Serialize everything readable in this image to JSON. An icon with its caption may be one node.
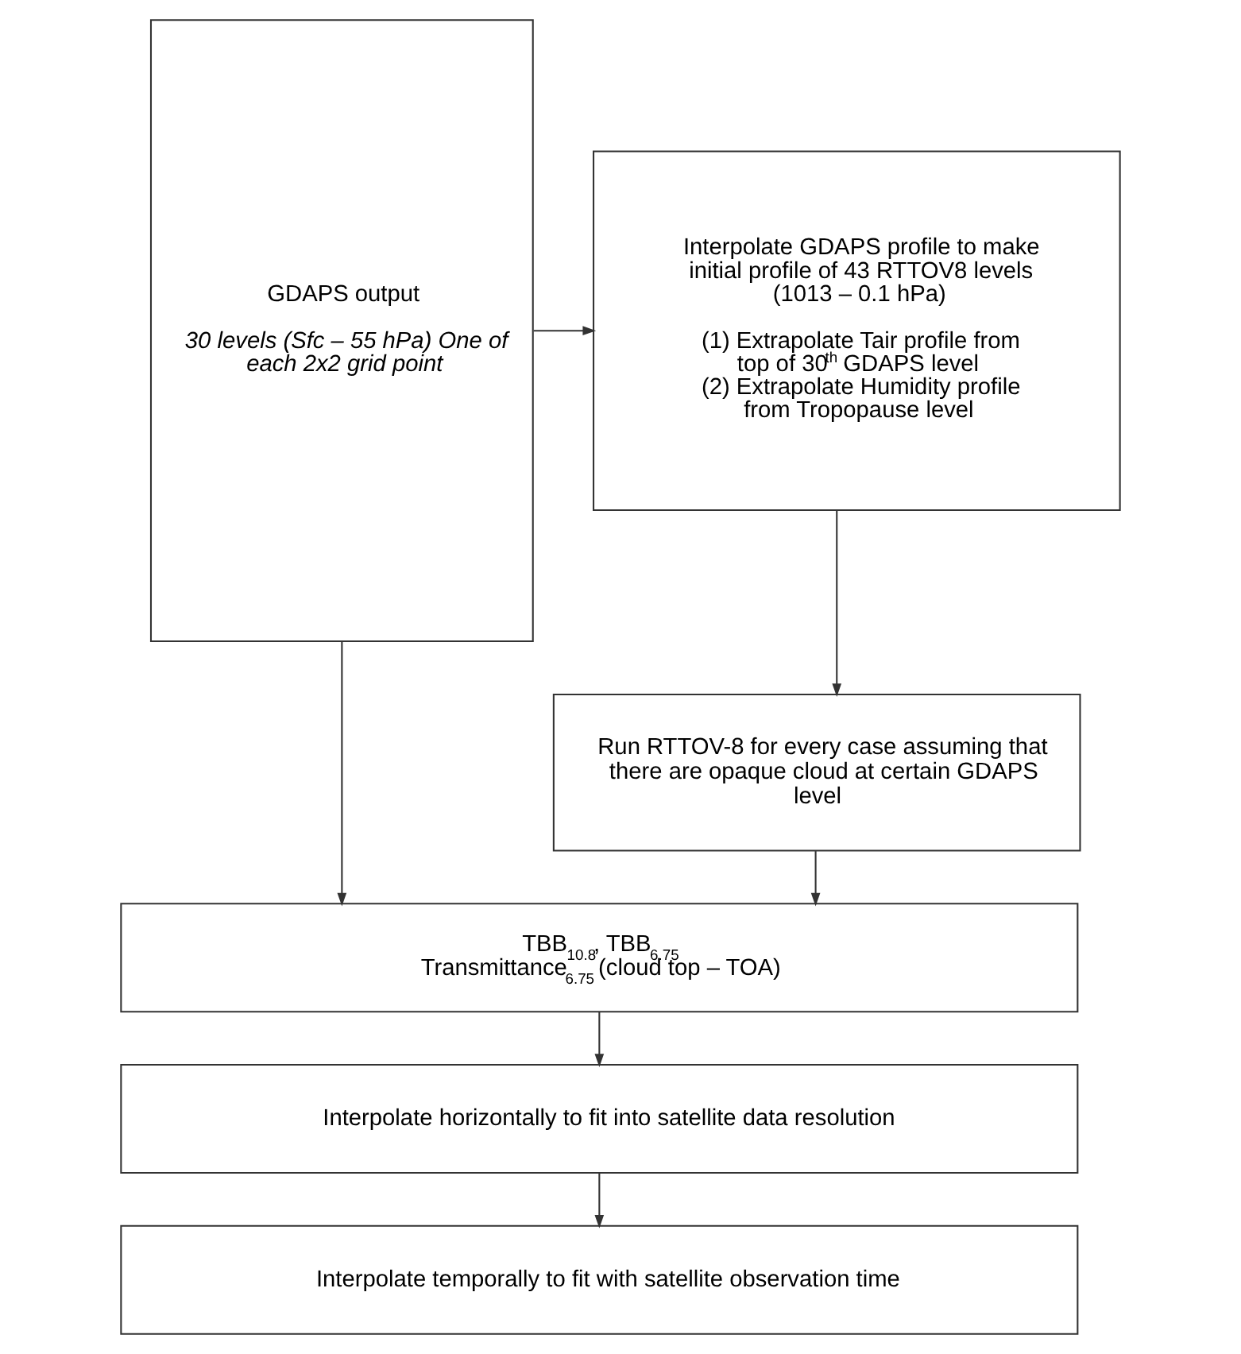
{
  "diagram": {
    "nodes": [
      {
        "text": [
          "GDAPS output",
          "30 levels (Sfc – 55 hPa) One of each 2x2 grid point"
        ]
      },
      {
        "text": [
          "Interpolate GDAPS profile to make initial profile of 43 RTTOV8 levels (1013 – 0.1 hPa)",
          "(1) Extrapolate Tair profile from top of 30$^{th}$ GDAPS level",
          "(2) Extrapolate Humidity profile from Tropopause level"
        ]
      },
      {
        "text": [
          "Run RTTOV-8 for every case assuming that there are opaque cloud at certain GDAPS level"
        ]
      },
      {
        "text": [
          "TBB$_{10.8}$, TBB$_{6.75}$",
          "Transmittance$_{6.75}$ (cloud top – TOA)"
        ]
      },
      {
        "text": [
          "Interpolate horizontally to fit into satellite data resolution"
        ]
      },
      {
        "text": [
          "Interpolate temporally to fit with satellite observation time"
        ]
      }
    ],
    "edges": [
      {
        "from": 0,
        "to": 1,
        "arrow": "to"
      },
      {
        "from": 1,
        "to": 2,
        "arrow": "to"
      },
      {
        "from": 0,
        "to": 3,
        "arrow": "to"
      },
      {
        "from": 2,
        "to": 3,
        "arrow": "to"
      },
      {
        "from": 3,
        "to": 4,
        "arrow": "to"
      },
      {
        "from": 4,
        "to": 5,
        "arrow": "to"
      }
    ]
  }
}
